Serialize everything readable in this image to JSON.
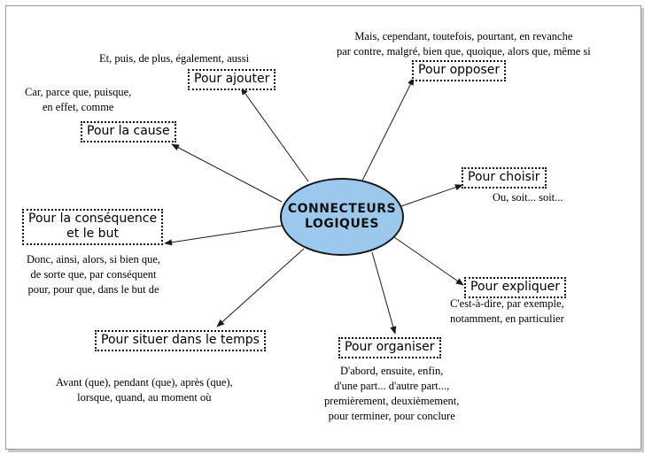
{
  "center": {
    "line1": "CONNECTEURS",
    "line2": "LOGIQUES"
  },
  "branches": {
    "ajouter": {
      "label": "Pour ajouter",
      "examples": [
        "Et, puis, de plus, également, aussi"
      ]
    },
    "opposer": {
      "label": "Pour opposer",
      "examples": [
        "Mais, cependant, toutefois, pourtant, en revanche",
        "par contre, malgré, bien que, quoique, alors que, même si"
      ]
    },
    "cause": {
      "label": "Pour la cause",
      "examples": [
        "Car, parce que, puisque,",
        "en effet, comme"
      ]
    },
    "choisir": {
      "label": "Pour choisir",
      "examples": [
        "Ou, soit... soit..."
      ]
    },
    "consequence": {
      "label_lines": [
        "Pour la conséquence",
        "et le but"
      ],
      "examples": [
        "Donc, ainsi, alors, si bien que,",
        "de sorte que, par conséquent",
        "pour, pour que, dans le but de"
      ]
    },
    "expliquer": {
      "label": "Pour expliquer",
      "examples": [
        "C'est-à-dire, par exemple,",
        "notamment, en particulier"
      ]
    },
    "temps": {
      "label": "Pour situer dans le temps",
      "examples": [
        "Avant (que), pendant (que), après (que),",
        "lorsque, quand, au moment où"
      ]
    },
    "organiser": {
      "label": "Pour organiser",
      "examples": [
        "D'abord, ensuite, enfin,",
        "d'une part... d'autre part...,",
        "premièrement, deuxièmement,",
        "pour terminer, pour conclure"
      ]
    }
  },
  "colors": {
    "center_fill": "#9cc8ee",
    "line": "#1a1a1a"
  }
}
